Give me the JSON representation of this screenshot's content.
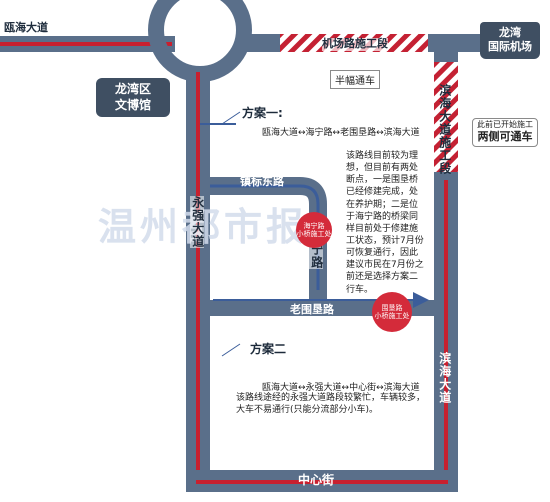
{
  "map": {
    "roads": {
      "ouhai_avenue": "瓯海大道",
      "yongqiang_avenue": "永强大道",
      "zhenbiao_east_road": "镇标东路",
      "haining_road": "海宁路",
      "laoweiken_road": "老围垦路",
      "binhai_avenue_construction": "滨海大道施工段",
      "binhai_avenue": "滨海大道",
      "zhongxin_street": "中心街",
      "airport_road_construction": "机场路施工段"
    },
    "places": {
      "longwan_museum": [
        "龙湾区",
        "文博馆"
      ],
      "longwan_airport": [
        "龙湾",
        "国际机场"
      ]
    },
    "notes": {
      "half_closed": "半幅通车",
      "opened_construction": "此前已开始施工",
      "bidirectional": "两侧可通车"
    },
    "markers": {
      "haining_bridge": [
        "海宁路",
        "小桥施工处"
      ],
      "laoweiken_bridge": [
        "围垦路",
        "小桥施工处"
      ]
    },
    "scheme_one": {
      "title": "方案一:",
      "route": "瓯海大道↔海宁路↔老围垦路↔滨海大道",
      "description": "该路线目前较为理想，但目前有两处断点，一是围垦桥已经修建完成，处在养护期；二是位于海宁路的桥梁同样目前处于修建施工状态，预计7月份可恢复通行，因此建议市民在7月份之前还是选择方案二行车。"
    },
    "scheme_two": {
      "title": "方案二",
      "route": "瓯海大道↔永强大道↔中心街↔滨海大道",
      "description": "该路线途经的永强大道路段较繁忙，车辆较多，大车不易通行(只能分流部分小车)。"
    },
    "watermark": "温州都市报",
    "colors": {
      "road": "#5a6f8a",
      "route_red": "#c8202f",
      "route_blue": "#3b5d9a",
      "construction_red": "#c42133",
      "dark_box": "#3f4f62"
    }
  }
}
